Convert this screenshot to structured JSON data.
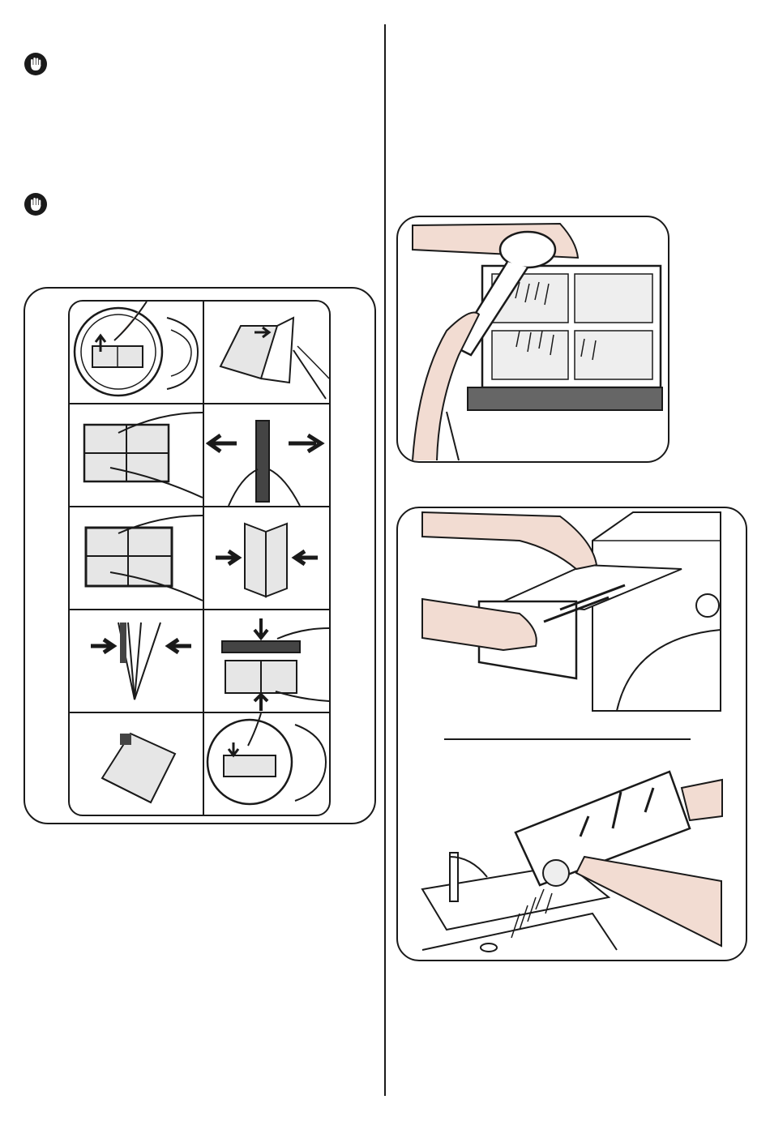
{
  "icons": {
    "warning_1": "hand-stop-warning-icon",
    "warning_2": "hand-stop-warning-icon"
  },
  "illustrations": {
    "steps_grid": [
      "remove-filter",
      "open-filter",
      "clean-inner-mesh-1",
      "pull-apart",
      "clean-inner-mesh-2",
      "press-together",
      "close-filter",
      "push-halves",
      "filter-assembled",
      "reinsert-filter"
    ],
    "rinse_filter": "rinse-filter-under-shower",
    "remove_drawer": "remove-filter-drawer",
    "rinse_drawer": "rinse-drawer-in-sink"
  },
  "colors": {
    "line": "#1a1a1a",
    "skin": "#f2dcd2",
    "mesh": "#e6e6e6"
  }
}
